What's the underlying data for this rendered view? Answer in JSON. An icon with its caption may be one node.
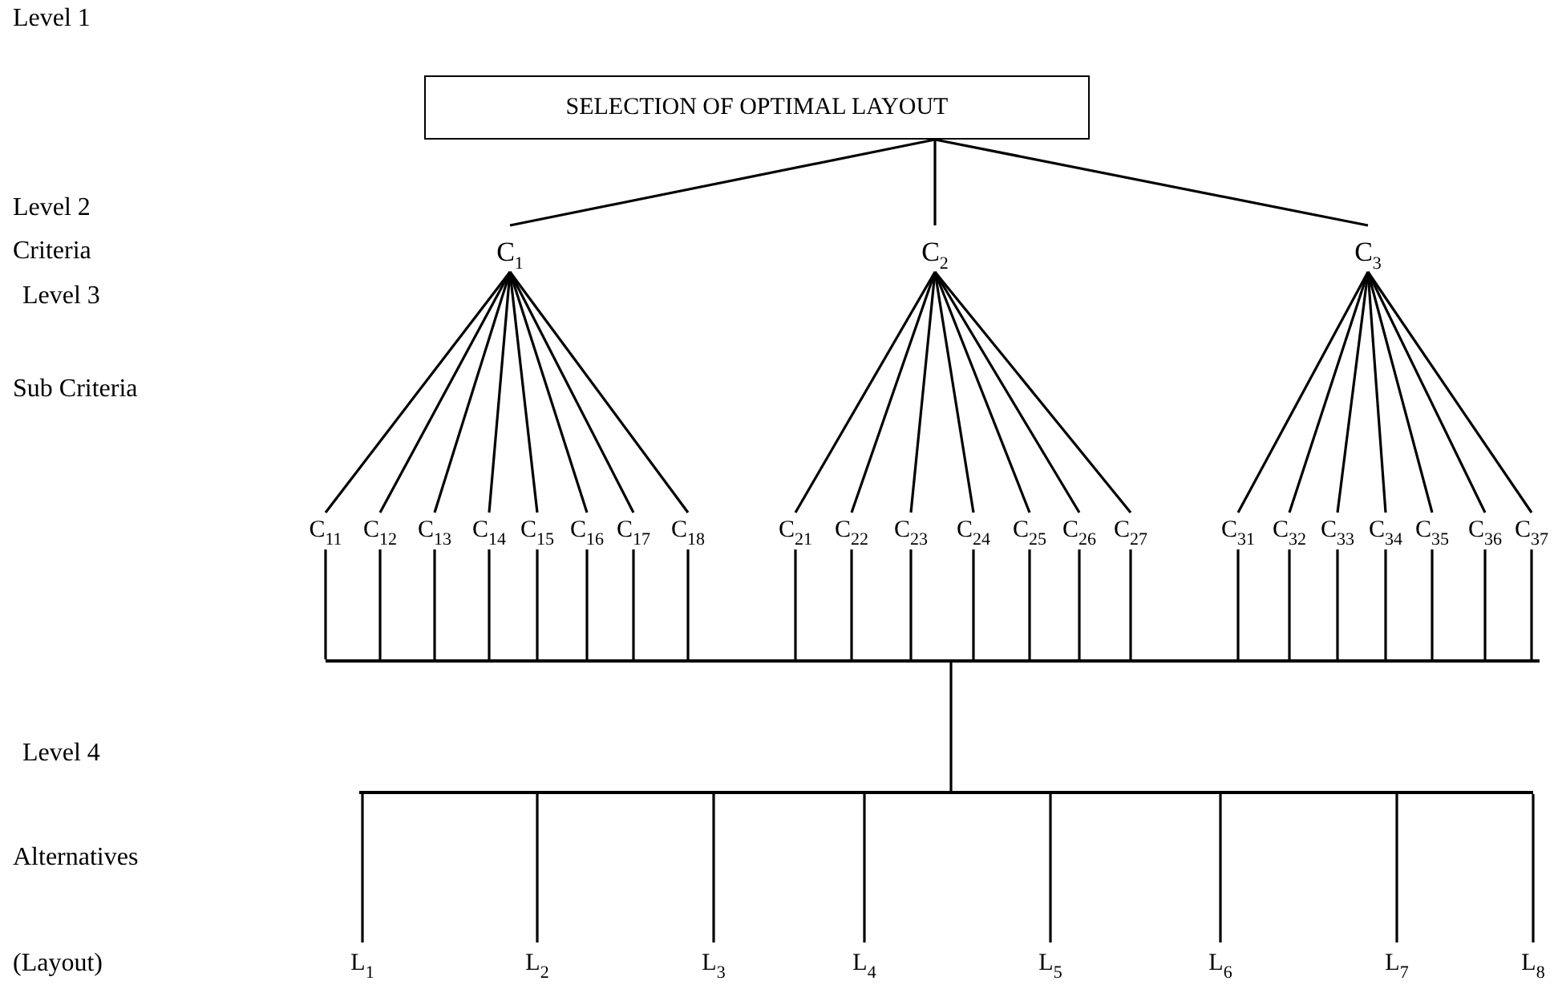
{
  "diagram": {
    "nodes": [
      {
        "text": [
          "SELECTION OF OPTIMAL LAYOUT"
        ]
      },
      {
        "text": [
          "C$_{1}$"
        ]
      },
      {
        "text": [
          "C$_{2}$"
        ]
      },
      {
        "text": [
          "C$_{3}$"
        ]
      },
      {
        "text": [
          "C$_{11}$"
        ]
      },
      {
        "text": [
          "C$_{12}$"
        ]
      },
      {
        "text": [
          "C$_{13}$"
        ]
      },
      {
        "text": [
          "C$_{14}$"
        ]
      },
      {
        "text": [
          "C$_{15}$"
        ]
      },
      {
        "text": [
          "C$_{16}$"
        ]
      },
      {
        "text": [
          "C$_{17}$"
        ]
      },
      {
        "text": [
          "C$_{18}$"
        ]
      },
      {
        "text": [
          "C$_{21}$"
        ]
      },
      {
        "text": [
          "C$_{22}$"
        ]
      },
      {
        "text": [
          "C$_{23}$"
        ]
      },
      {
        "text": [
          "C$_{24}$"
        ]
      },
      {
        "text": [
          "C$_{25}$"
        ]
      },
      {
        "text": [
          "C$_{26}$"
        ]
      },
      {
        "text": [
          "C$_{27}$"
        ]
      },
      {
        "text": [
          "C$_{31}$"
        ]
      },
      {
        "text": [
          "C$_{32}$"
        ]
      },
      {
        "text": [
          "C$_{33}$"
        ]
      },
      {
        "text": [
          "C$_{34}$"
        ]
      },
      {
        "text": [
          "C$_{35}$"
        ]
      },
      {
        "text": [
          "C$_{36}$"
        ]
      },
      {
        "text": [
          "C$_{37}$"
        ]
      },
      {
        "text": [],
        "shape": "bar"
      },
      {
        "text": [],
        "shape": "bar"
      },
      {
        "text": [
          "L$_{1}$"
        ]
      },
      {
        "text": [
          "L$_{2}$"
        ]
      },
      {
        "text": [
          "L$_{3}$"
        ]
      },
      {
        "text": [
          "L$_{4}$"
        ]
      },
      {
        "text": [
          "L$_{5}$"
        ]
      },
      {
        "text": [
          "L$_{6}$"
        ]
      },
      {
        "text": [
          "L$_{7}$"
        ]
      },
      {
        "text": [
          "L$_{8}$"
        ]
      }
    ],
    "edges": [
      {
        "from": 0,
        "to": 1,
        "arrow": "none"
      },
      {
        "from": 0,
        "to": 2,
        "arrow": "none"
      },
      {
        "from": 0,
        "to": 3,
        "arrow": "none"
      },
      {
        "from": 1,
        "to": 4,
        "arrow": "none"
      },
      {
        "from": 1,
        "to": 5,
        "arrow": "none"
      },
      {
        "from": 1,
        "to": 6,
        "arrow": "none"
      },
      {
        "from": 1,
        "to": 7,
        "arrow": "none"
      },
      {
        "from": 1,
        "to": 8,
        "arrow": "none"
      },
      {
        "from": 1,
        "to": 9,
        "arrow": "none"
      },
      {
        "from": 1,
        "to": 10,
        "arrow": "none"
      },
      {
        "from": 1,
        "to": 11,
        "arrow": "none"
      },
      {
        "from": 2,
        "to": 12,
        "arrow": "none"
      },
      {
        "from": 2,
        "to": 13,
        "arrow": "none"
      },
      {
        "from": 2,
        "to": 14,
        "arrow": "none"
      },
      {
        "from": 2,
        "to": 15,
        "arrow": "none"
      },
      {
        "from": 2,
        "to": 16,
        "arrow": "none"
      },
      {
        "from": 2,
        "to": 17,
        "arrow": "none"
      },
      {
        "from": 2,
        "to": 18,
        "arrow": "none"
      },
      {
        "from": 3,
        "to": 19,
        "arrow": "none"
      },
      {
        "from": 3,
        "to": 20,
        "arrow": "none"
      },
      {
        "from": 3,
        "to": 21,
        "arrow": "none"
      },
      {
        "from": 3,
        "to": 22,
        "arrow": "none"
      },
      {
        "from": 3,
        "to": 23,
        "arrow": "none"
      },
      {
        "from": 3,
        "to": 24,
        "arrow": "none"
      },
      {
        "from": 3,
        "to": 25,
        "arrow": "none"
      },
      {
        "from": 4,
        "to": 26,
        "arrow": "none"
      },
      {
        "from": 5,
        "to": 26,
        "arrow": "none"
      },
      {
        "from": 6,
        "to": 26,
        "arrow": "none"
      },
      {
        "from": 7,
        "to": 26,
        "arrow": "none"
      },
      {
        "from": 8,
        "to": 26,
        "arrow": "none"
      },
      {
        "from": 9,
        "to": 26,
        "arrow": "none"
      },
      {
        "from": 10,
        "to": 26,
        "arrow": "none"
      },
      {
        "from": 11,
        "to": 26,
        "arrow": "none"
      },
      {
        "from": 12,
        "to": 26,
        "arrow": "none"
      },
      {
        "from": 13,
        "to": 26,
        "arrow": "none"
      },
      {
        "from": 14,
        "to": 26,
        "arrow": "none"
      },
      {
        "from": 15,
        "to": 26,
        "arrow": "none"
      },
      {
        "from": 16,
        "to": 26,
        "arrow": "none"
      },
      {
        "from": 17,
        "to": 26,
        "arrow": "none"
      },
      {
        "from": 18,
        "to": 26,
        "arrow": "none"
      },
      {
        "from": 19,
        "to": 26,
        "arrow": "none"
      },
      {
        "from": 20,
        "to": 26,
        "arrow": "none"
      },
      {
        "from": 21,
        "to": 26,
        "arrow": "none"
      },
      {
        "from": 22,
        "to": 26,
        "arrow": "none"
      },
      {
        "from": 23,
        "to": 26,
        "arrow": "none"
      },
      {
        "from": 24,
        "to": 26,
        "arrow": "none"
      },
      {
        "from": 25,
        "to": 26,
        "arrow": "none"
      },
      {
        "from": 26,
        "to": 27,
        "arrow": "none"
      },
      {
        "from": 27,
        "to": 28,
        "arrow": "none"
      },
      {
        "from": 27,
        "to": 29,
        "arrow": "none"
      },
      {
        "from": 27,
        "to": 30,
        "arrow": "none"
      },
      {
        "from": 27,
        "to": 31,
        "arrow": "none"
      },
      {
        "from": 27,
        "to": 32,
        "arrow": "none"
      },
      {
        "from": 27,
        "to": 33,
        "arrow": "none"
      },
      {
        "from": 27,
        "to": 34,
        "arrow": "none"
      },
      {
        "from": 27,
        "to": 35,
        "arrow": "none"
      }
    ],
    "labels": [
      "Level 1",
      "Level 2",
      "Criteria",
      "Level 3",
      "Sub Criteria",
      "Level 4",
      "Alternatives",
      "(Layout)"
    ]
  }
}
